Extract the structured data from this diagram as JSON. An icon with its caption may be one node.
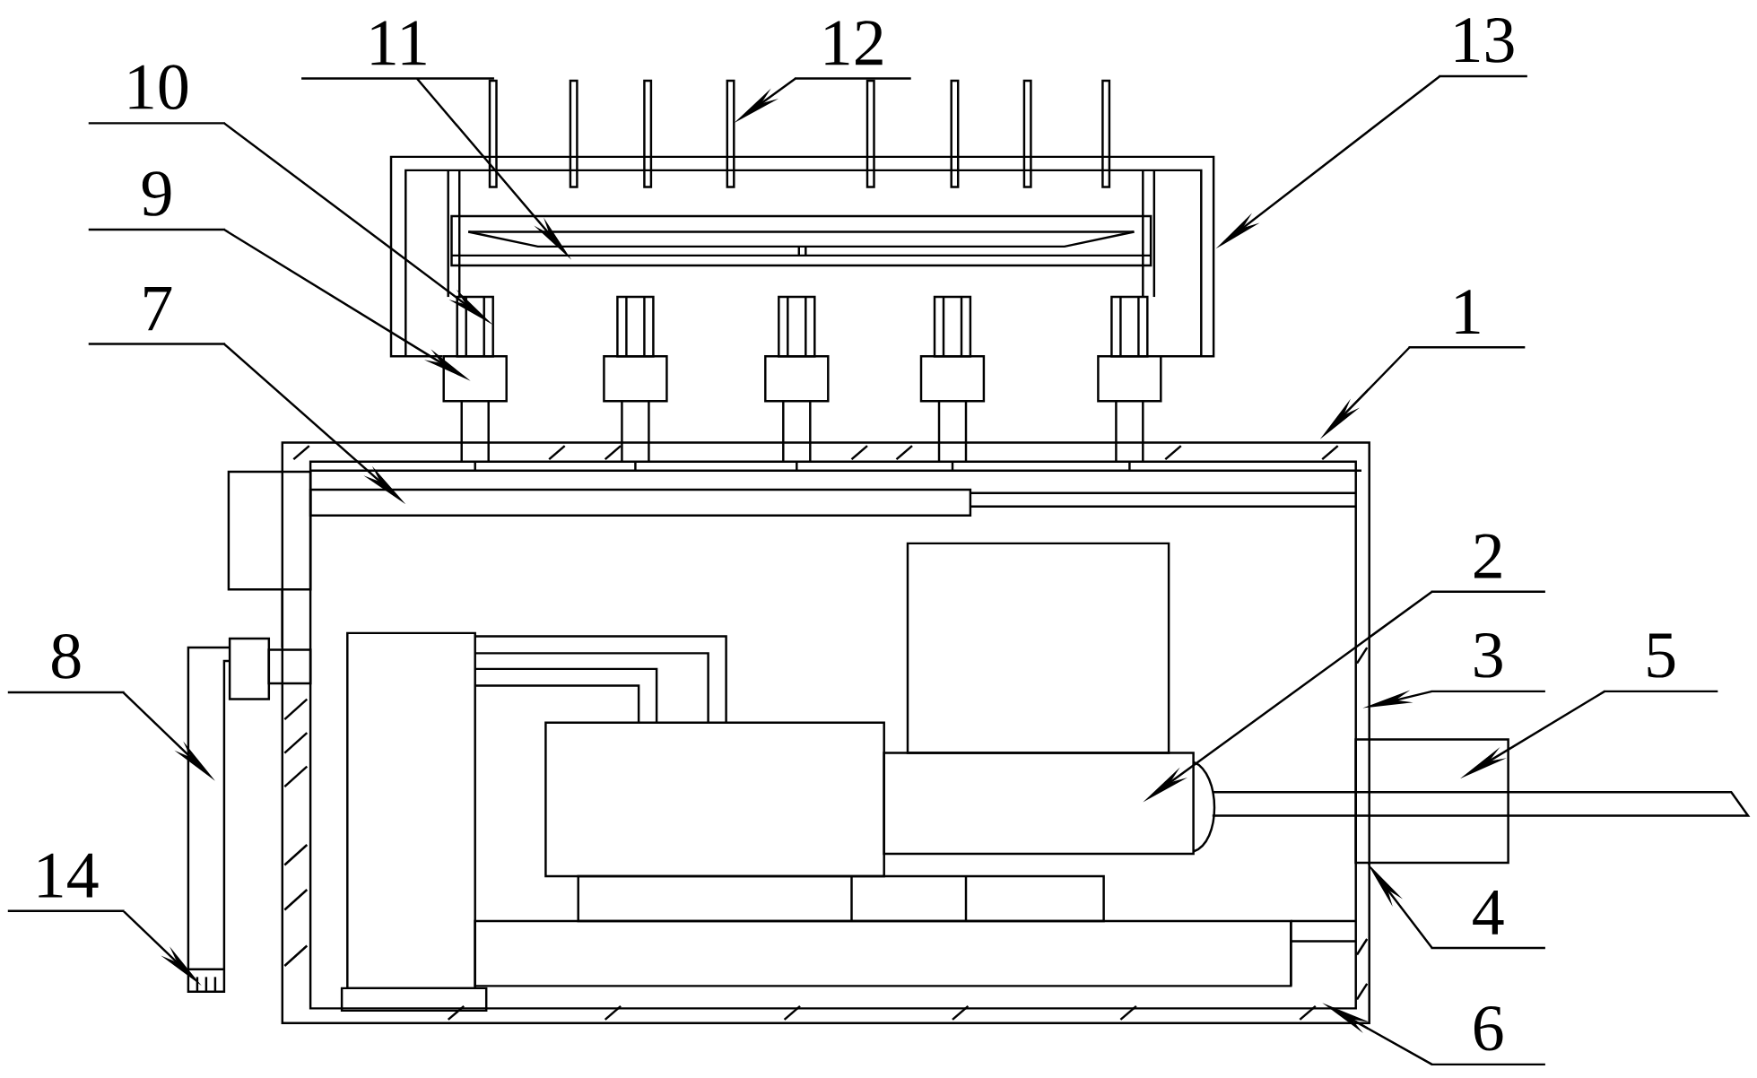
{
  "diagram": {
    "nodes": [
      {
        "text": [
          "11"
        ]
      },
      {
        "text": [
          "12"
        ]
      },
      {
        "text": [
          "13"
        ]
      },
      {
        "text": [
          "10"
        ]
      },
      {
        "text": [
          "9"
        ]
      },
      {
        "text": [
          "7"
        ]
      },
      {
        "text": [
          "1"
        ]
      },
      {
        "text": [
          "2"
        ]
      },
      {
        "text": [
          "3"
        ]
      },
      {
        "text": [
          "5"
        ]
      },
      {
        "text": [
          "8"
        ]
      },
      {
        "text": [
          "14"
        ]
      },
      {
        "text": [
          "4"
        ]
      },
      {
        "text": [
          "6"
        ]
      }
    ],
    "edges": [
      {
        "from": 0,
        "to": null,
        "arrow": "to"
      },
      {
        "from": 1,
        "to": null,
        "arrow": "to"
      },
      {
        "from": 2,
        "to": null,
        "arrow": "to"
      },
      {
        "from": 3,
        "to": null,
        "arrow": "to"
      },
      {
        "from": 4,
        "to": null,
        "arrow": "to"
      },
      {
        "from": 5,
        "to": null,
        "arrow": "to"
      },
      {
        "from": 6,
        "to": null,
        "arrow": "to"
      },
      {
        "from": 7,
        "to": null,
        "arrow": "to"
      },
      {
        "from": 8,
        "to": null,
        "arrow": "to"
      },
      {
        "from": 9,
        "to": null,
        "arrow": "to"
      },
      {
        "from": 10,
        "to": null,
        "arrow": "to"
      },
      {
        "from": 11,
        "to": null,
        "arrow": "to"
      },
      {
        "from": 12,
        "to": null,
        "arrow": "to"
      },
      {
        "from": 13,
        "to": null,
        "arrow": "to"
      }
    ]
  }
}
